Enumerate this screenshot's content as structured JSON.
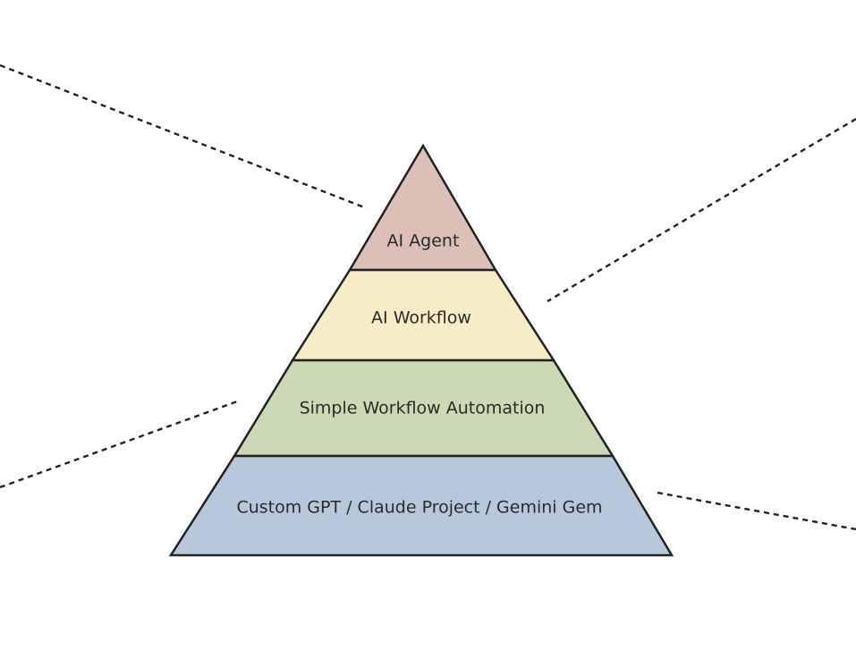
{
  "pyramid": {
    "tiers": [
      {
        "label": "AI Agent",
        "color": "#dcc0b8"
      },
      {
        "label": "AI Workflow",
        "color": "#f6edc6"
      },
      {
        "label": "Simple Workflow Automation",
        "color": "#cbdab5"
      },
      {
        "label": "Custom GPT / Claude Project / Gemini Gem",
        "color": "#b6c8da"
      }
    ],
    "outline_color": "#222222",
    "connector_style": "dashed"
  }
}
